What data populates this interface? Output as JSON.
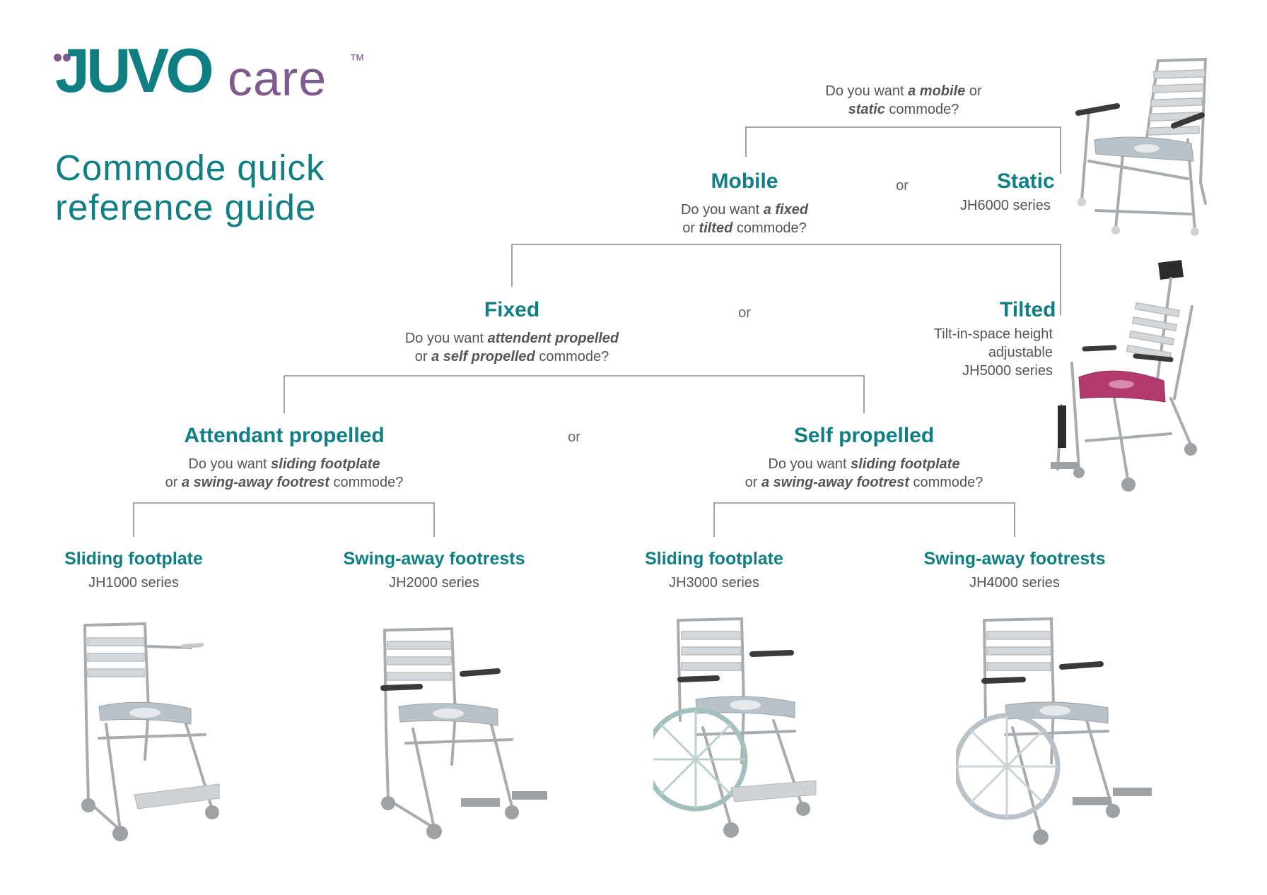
{
  "brand": {
    "logo_juvo": "JUVO",
    "logo_care": "care",
    "logo_tm": "™",
    "colors": {
      "teal": "#0f7f84",
      "purple": "#7d5b8c",
      "line": "#8a8a8a",
      "text": "#555555"
    }
  },
  "title": {
    "line1": "Commode quick",
    "line2": "reference guide"
  },
  "or_label": "or",
  "nodes": {
    "root_question": {
      "line1_pre": "Do you want ",
      "line1_em": "a mobile",
      "line1_post": " or",
      "line2_em": "static",
      "line2_post": " commode?"
    },
    "mobile": {
      "title": "Mobile",
      "line1_pre": "Do you want ",
      "line1_em": "a fixed",
      "line2_pre": "or ",
      "line2_em": "tilted",
      "line2_post": " commode?"
    },
    "static": {
      "title": "Static",
      "series": "JH6000 series"
    },
    "fixed": {
      "title": "Fixed",
      "line1_pre": "Do you want ",
      "line1_em": "attendent propelled",
      "line2_pre": "or ",
      "line2_em": "a self propelled",
      "line2_post": " commode?"
    },
    "tilted": {
      "title": "Tilted",
      "line1": "Tilt-in-space height",
      "line2": "adjustable",
      "series": "JH5000 series"
    },
    "attendant": {
      "title": "Attendant propelled",
      "line1_pre": "Do you want ",
      "line1_em": "sliding footplate",
      "line2_pre": "or ",
      "line2_em": "a swing-away footrest",
      "line2_post": " commode?"
    },
    "self": {
      "title": "Self propelled",
      "line1_pre": "Do you want ",
      "line1_em": "sliding footplate",
      "line2_pre": "or ",
      "line2_em": "a swing-away footrest",
      "line2_post": " commode?"
    },
    "leaves": [
      {
        "title": "Sliding footplate",
        "series": "JH1000 series"
      },
      {
        "title": "Swing-away footrests",
        "series": "JH2000 series"
      },
      {
        "title": "Sliding footplate",
        "series": "JH3000 series"
      },
      {
        "title": "Swing-away footrests",
        "series": "JH4000 series"
      }
    ]
  },
  "icons": {
    "static_chair": "commode-static-chair-icon",
    "tilted_chair": "commode-tilted-chair-icon",
    "leaf_chairs": [
      "commode-jh1000-icon",
      "commode-jh2000-icon",
      "commode-jh3000-icon",
      "commode-jh4000-icon"
    ]
  }
}
